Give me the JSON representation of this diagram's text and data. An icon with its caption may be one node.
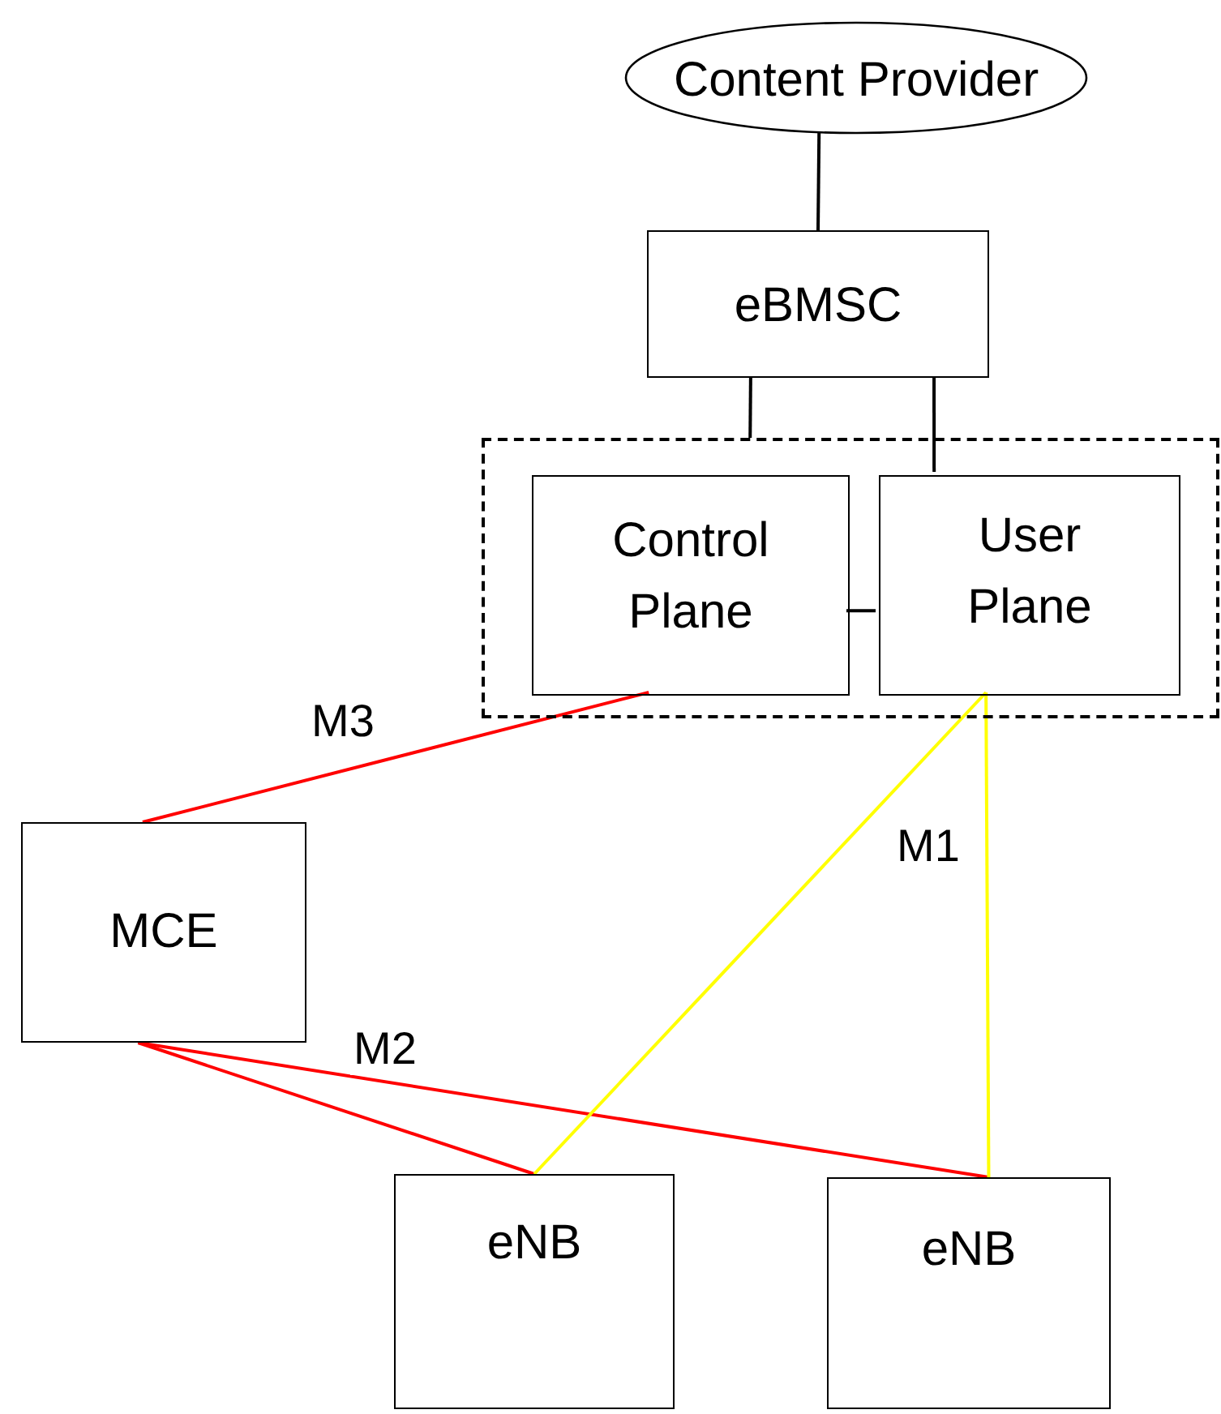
{
  "diagram": {
    "nodes": [
      {
        "text": [
          "Content Provider"
        ]
      },
      {
        "text": [
          "eBMSC"
        ]
      },
      {
        "text": [],
        "shape": "box"
      },
      {
        "text": [
          "Control Plane"
        ],
        "in": 2
      },
      {
        "text": [
          "User Plane"
        ],
        "in": 2
      },
      {
        "text": [
          "MCE"
        ]
      },
      {
        "text": [
          "eNB"
        ]
      },
      {
        "text": [
          "eNB"
        ]
      }
    ],
    "edges": [
      {
        "from": 0,
        "to": 1,
        "arrow": "none"
      },
      {
        "from": 1,
        "to": 2,
        "arrow": "none"
      },
      {
        "from": 1,
        "to": 4,
        "arrow": "none"
      },
      {
        "from": 3,
        "to": 4,
        "arrow": "none"
      },
      {
        "from": 3,
        "to": 5,
        "arrow": "none",
        "label": "M3",
        "color": "#ff0000"
      },
      {
        "from": 5,
        "to": 6,
        "arrow": "none",
        "color": "#ff0000"
      },
      {
        "from": 5,
        "to": 7,
        "arrow": "none",
        "label": "M2",
        "color": "#ff0000"
      },
      {
        "from": 4,
        "to": 6,
        "arrow": "none",
        "color": "#ffff00"
      },
      {
        "from": 4,
        "to": 7,
        "arrow": "none",
        "label": "M1",
        "color": "#ffff00"
      }
    ]
  }
}
